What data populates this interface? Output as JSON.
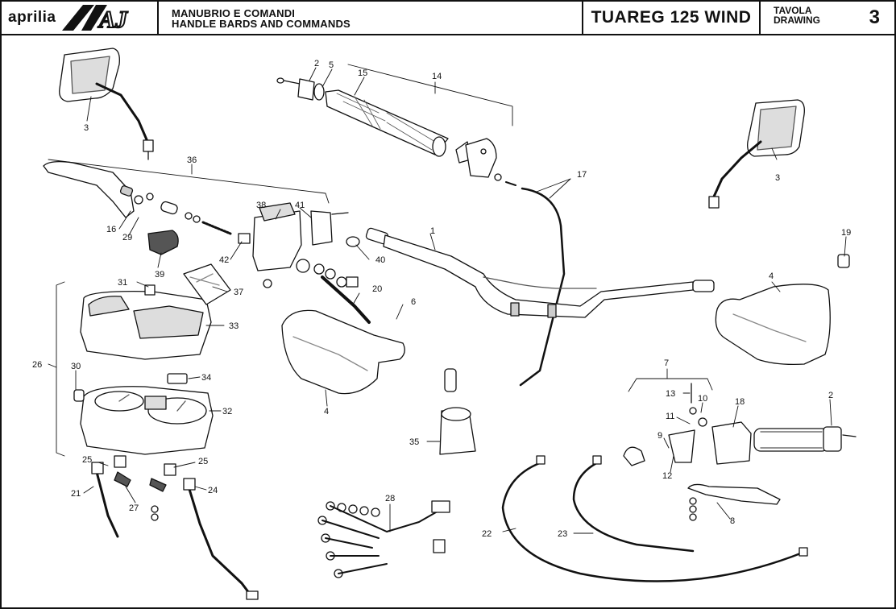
{
  "header": {
    "brand": "aprilia",
    "logo_mark": "AJ",
    "title_it": "MANUBRIO E COMANDI",
    "title_en": "HANDLE BARDS AND COMMANDS",
    "model": "TUAREG 125 WIND",
    "drawing_label_it": "TAVOLA",
    "drawing_label_en": "DRAWING",
    "drawing_number": "3"
  },
  "callouts": [
    "1",
    "2",
    "2",
    "3",
    "3",
    "4",
    "4",
    "5",
    "6",
    "7",
    "8",
    "9",
    "10",
    "11",
    "12",
    "13",
    "14",
    "15",
    "16",
    "17",
    "18",
    "19",
    "20",
    "21",
    "22",
    "23",
    "24",
    "25",
    "25",
    "26",
    "27",
    "28",
    "29",
    "30",
    "31",
    "32",
    "33",
    "34",
    "35",
    "36",
    "37",
    "38",
    "39",
    "40",
    "41",
    "42"
  ],
  "colors": {
    "ink": "#111111",
    "paper": "#ffffff",
    "shade": "#cfcfcf",
    "dark": "#555555"
  }
}
